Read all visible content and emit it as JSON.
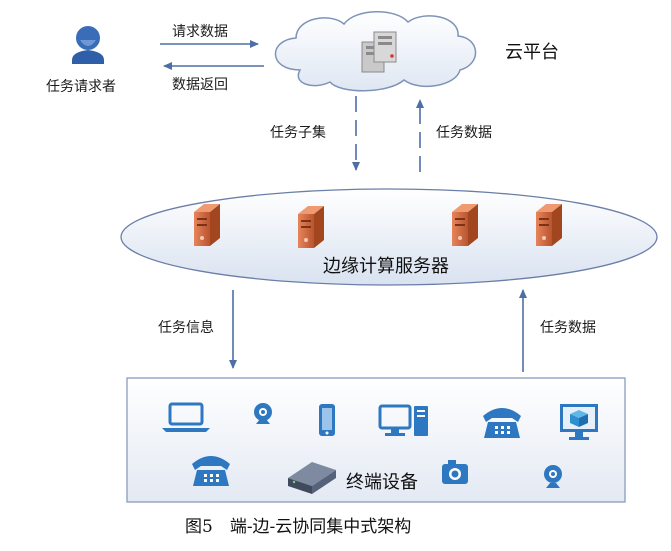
{
  "requester": {
    "label": "任务请求者"
  },
  "cloud": {
    "label": "云平台"
  },
  "top_arrows": {
    "request": "请求数据",
    "return": "数据返回"
  },
  "mid_arrows": {
    "subset": "任务子集",
    "data_up": "任务数据"
  },
  "edge": {
    "label": "边缘计算服务器"
  },
  "bottom_arrows": {
    "info": "任务信息",
    "data_up": "任务数据"
  },
  "terminal": {
    "label": "终端设备"
  },
  "caption": "图5　端-边-云协同集中式架构",
  "colors": {
    "arrow": "#4e6fa6",
    "cloud_stroke": "#7f93b8",
    "server": "#d9734a",
    "device_blue": "#2e78c2"
  }
}
